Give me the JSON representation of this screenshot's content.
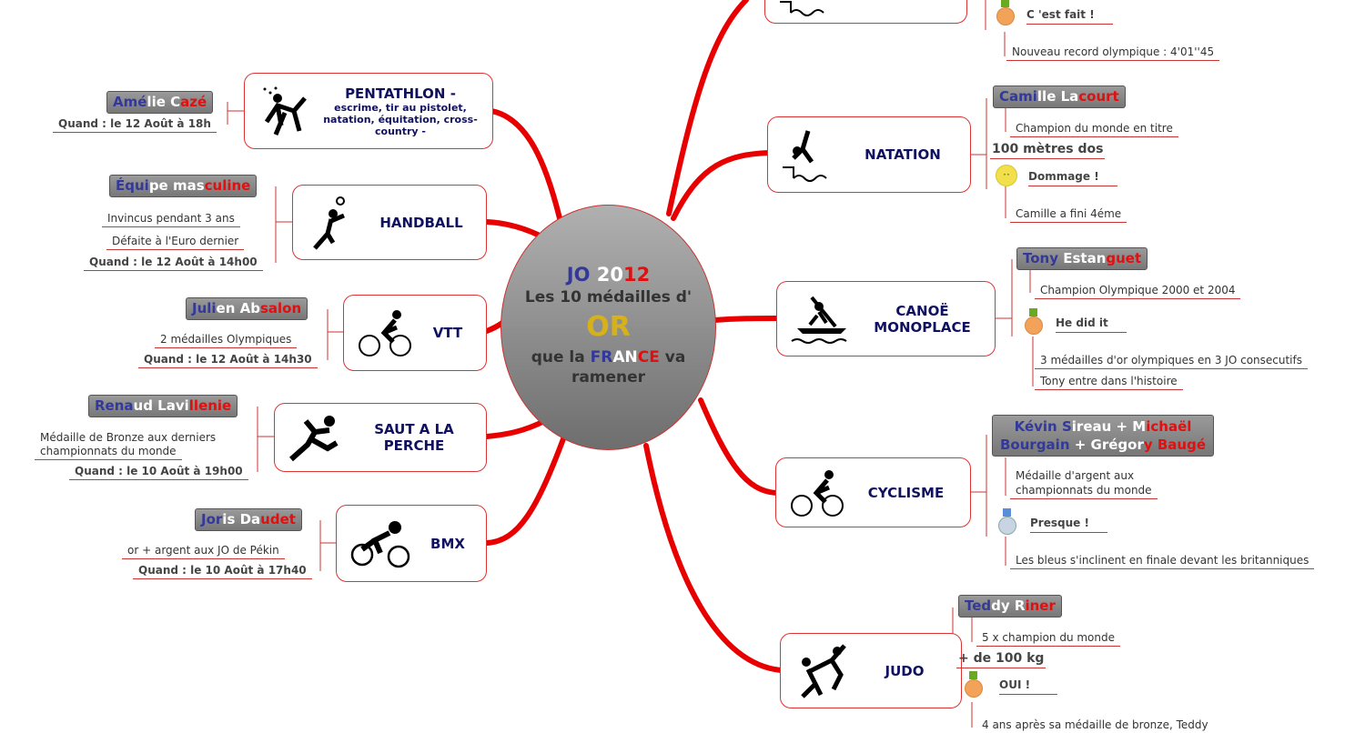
{
  "center": {
    "jo": "JO",
    "y1": "20",
    "y2": "12",
    "line2": "Les 10 médailles d'",
    "or": "OR",
    "pre": "que la",
    "fr": [
      "FR",
      "AN",
      "CE"
    ],
    "post": "va",
    "line5": "ramener"
  },
  "left": [
    {
      "topic": "PENTATHLON -",
      "sub": "escrime, tir au pistolet, natation, équitation, cross-country -",
      "name": [
        "Amé",
        "lie C",
        "azé"
      ],
      "details": [],
      "when": "Quand : le 12 Août à 18h"
    },
    {
      "topic": "HANDBALL",
      "name": [
        "Équi",
        "pe mas",
        "culine"
      ],
      "details": [
        "Invincus pendant 3 ans",
        "Défaite à l'Euro dernier"
      ],
      "when": "Quand : le 12 Août à 14h00"
    },
    {
      "topic": "VTT",
      "name": [
        "Juli",
        "en Ab",
        "salon"
      ],
      "details": [
        "2 médailles Olympiques"
      ],
      "when": "Quand : le 12 Août à 14h30"
    },
    {
      "topic": "SAUT A LA PERCHE",
      "name": [
        "Rena",
        "ud Lavi",
        "llenie"
      ],
      "details": [
        "Médaille de Bronze aux derniers",
        "championnats du monde"
      ],
      "when": "Quand : le 10 Août à 19h00"
    },
    {
      "topic": "BMX",
      "name": [
        "Jor",
        "is Da",
        "udet"
      ],
      "details": [
        "or + argent aux JO de Pékin"
      ],
      "when": "Quand : le 10 Août à 17h40"
    }
  ],
  "right": [
    {
      "status": "C 'est fait !",
      "details": [
        "Nouveau record olympique : 4'01''45"
      ]
    },
    {
      "topic": "NATATION",
      "name": [
        "Cami",
        "lle La",
        "court"
      ],
      "details": [
        "Champion du monde en titre",
        "Camille a fini 4éme"
      ],
      "event": "100 mètres dos",
      "status": "Dommage !"
    },
    {
      "topic": "CANOË MONOPLACE",
      "name": [
        "Tony",
        " Estan",
        "guet"
      ],
      "details": [
        "Champion Olympique 2000 et 2004",
        "3 médailles d'or olympiques en 3 JO consecutifs",
        "Tony entre dans l'histoire"
      ],
      "status": "He did it"
    },
    {
      "topic": "CYCLISME",
      "name1": [
        "Kévin S",
        "ireau + M",
        "ichaël"
      ],
      "name2": [
        "Bourgain",
        " + Grégor",
        "y Baugé"
      ],
      "details": [
        "Médaille d'argent aux",
        "championnats du monde",
        "Les bleus s'inclinent en finale devant les britanniques"
      ],
      "status": "Presque !"
    },
    {
      "topic": "JUDO",
      "name": [
        "Ted",
        "dy R",
        "iner"
      ],
      "details": [
        "5 x champion du monde",
        "4 ans après sa médaille de bronze, Teddy"
      ],
      "event": "+ de 100 kg",
      "status": "OUI !"
    }
  ],
  "colors": {
    "branch": "#e00000",
    "blue": "#33399a",
    "red": "#e01010",
    "gold": "#d7b11a"
  }
}
